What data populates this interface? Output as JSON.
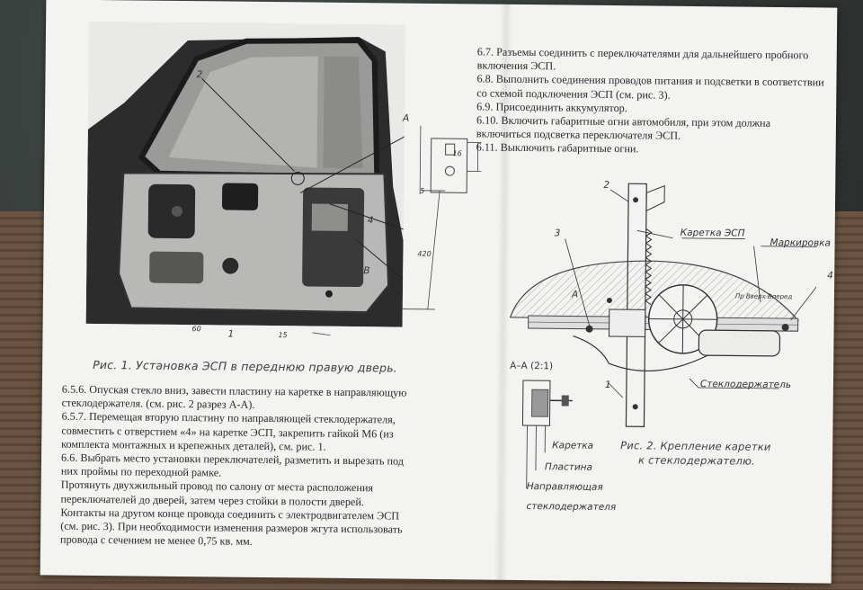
{
  "figure1": {
    "caption": "Рис. 1. Установка ЭСП в переднюю правую дверь.",
    "labels": {
      "n2": "2",
      "n4": "4",
      "n1": "1",
      "a1": "A",
      "a2": "A",
      "b": "B",
      "d_upper": "16",
      "d_small": "5",
      "d_long": "420",
      "d_bottom1": "60",
      "d_bottom2": "15"
    }
  },
  "left_text": [
    "6.5.6. Опуская стекло вниз, завести пластину на каретке в направляющую",
    "стеклодержателя. (см. рис. 2 разрез А-А).",
    "6.5.7. Перемещая вторую пластину по направляющей стеклодержателя,",
    "совместить с отверстием «4» на каретке ЭСП, закрепить гайкой М6 (из",
    "комплекта монтажных и крепежных деталей), см. рис. 1.",
    "6.6. Выбрать место установки переключателей, разметить и вырезать под",
    "них проймы по переходной рамке.",
    "Протянуть двухжильный провод по салону от места расположения",
    "переключателей до дверей, затем через стойки в полости дверей.",
    "Контакты на другом конце провода соединить с электродвигателем ЭСП",
    "(см. рис. 3). При необходимости изменения размеров жгута использовать",
    "провода с сечением не менее 0,75 кв. мм."
  ],
  "right_text": [
    "6.7. Разъемы соединить с переключателями для дальнейшего пробного",
    "включения ЭСП.",
    "6.8. Выполнить соединения проводов питания и подсветки в соответствии",
    "со схемой подключения ЭСП (см. рис. 3).",
    "6.9. Присоединить аккумулятор.",
    "6.10. Включить габаритные огни автомобиля, при этом должна",
    "включиться подсветка переключателя ЭСП.",
    "6.11. Выключить габаритные огни."
  ],
  "figure2": {
    "caption_line1": "Рис. 2. Крепление каретки",
    "caption_line2": "к стеклодержателю.",
    "labels": {
      "n2": "2",
      "n3": "3",
      "n4": "4",
      "n1": "1",
      "a": "А",
      "karetka_esp": "Каретка ЭСП",
      "markirovka": "Маркировка",
      "steklo": "Стеклодержатель",
      "razrez": "А–А (2:1)",
      "karetka": "Каретка",
      "plastina": "Пластина",
      "napr1": "Направляющая",
      "napr2": "стеклодержателя",
      "mark_text": "Пр  Вверх Вперед"
    }
  }
}
